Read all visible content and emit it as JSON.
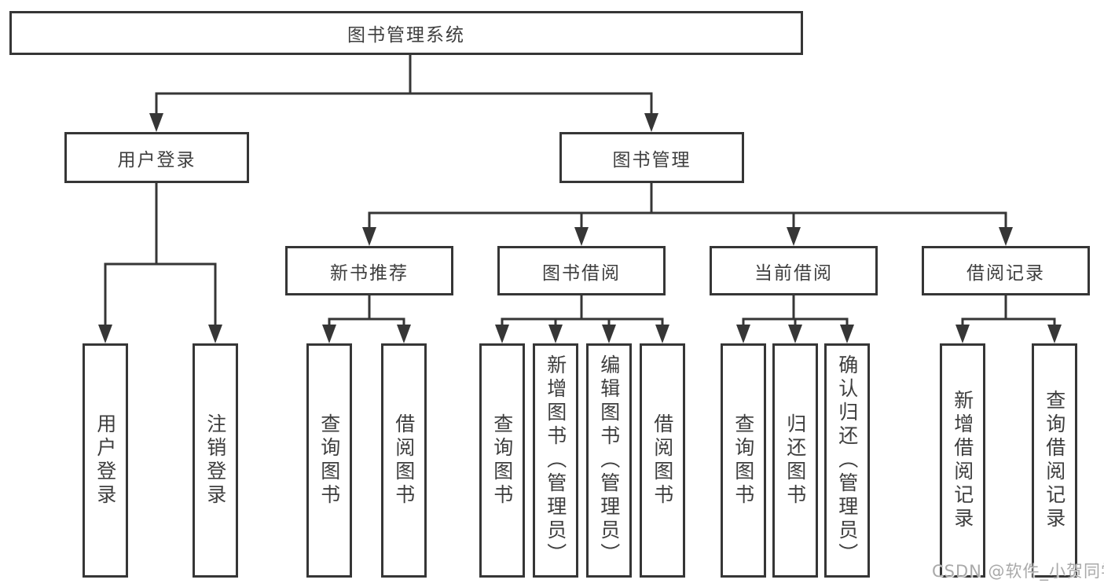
{
  "tree": {
    "root": {
      "label": "图书管理系统"
    },
    "branches": [
      {
        "label": "用户登录",
        "leaves": [
          {
            "label": "用户登录"
          },
          {
            "label": "注销登录"
          }
        ]
      },
      {
        "label": "图书管理",
        "groups": [
          {
            "label": "新书推荐",
            "leaves": [
              {
                "label": "查询图书"
              },
              {
                "label": "借阅图书"
              }
            ]
          },
          {
            "label": "图书借阅",
            "leaves": [
              {
                "label": "查询图书"
              },
              {
                "label": "新增图书（管理员）"
              },
              {
                "label": "编辑图书（管理员）"
              },
              {
                "label": "借阅图书"
              }
            ]
          },
          {
            "label": "当前借阅",
            "leaves": [
              {
                "label": "查询图书"
              },
              {
                "label": "归还图书"
              },
              {
                "label": "确认归还（管理员）"
              }
            ]
          },
          {
            "label": "借阅记录",
            "leaves": [
              {
                "label": "新增借阅记录"
              },
              {
                "label": "查询借阅记录"
              }
            ]
          }
        ]
      }
    ]
  },
  "watermark": {
    "text": "CSDN @软件_小贺同学"
  },
  "colors": {
    "line": "#363636",
    "box_border": "#363636",
    "text": "#3e3e3e",
    "background": "#ffffff",
    "watermark": "#a9a9a9"
  }
}
